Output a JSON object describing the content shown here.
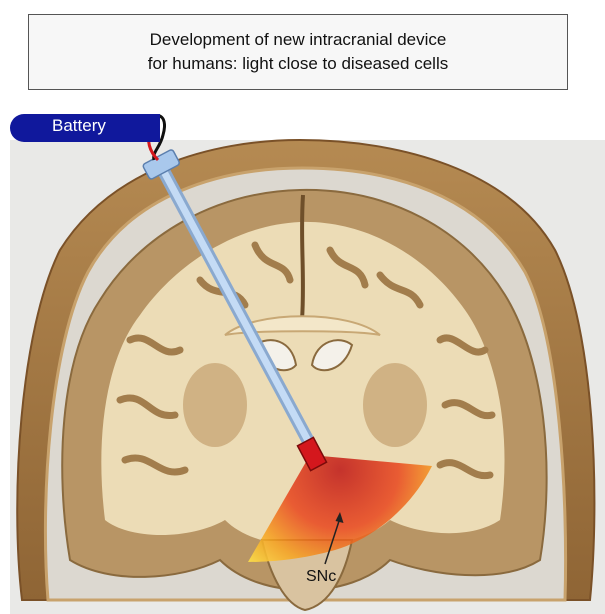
{
  "title": {
    "line1": "Development of new intracranial device",
    "line2": "for humans: light close to diseased cells"
  },
  "battery_label": "Battery",
  "region_label": "SNc",
  "colors": {
    "battery": "#10189c",
    "probe": "#a9c8ec",
    "emitter": "#d4171d",
    "skull": "#c39a62",
    "white_matter": "#ecdcb6",
    "grey_matter": "#b89565"
  },
  "icons": [
    "battery-icon",
    "optical-fiber-probe",
    "led-emitter-icon",
    "light-cone"
  ]
}
